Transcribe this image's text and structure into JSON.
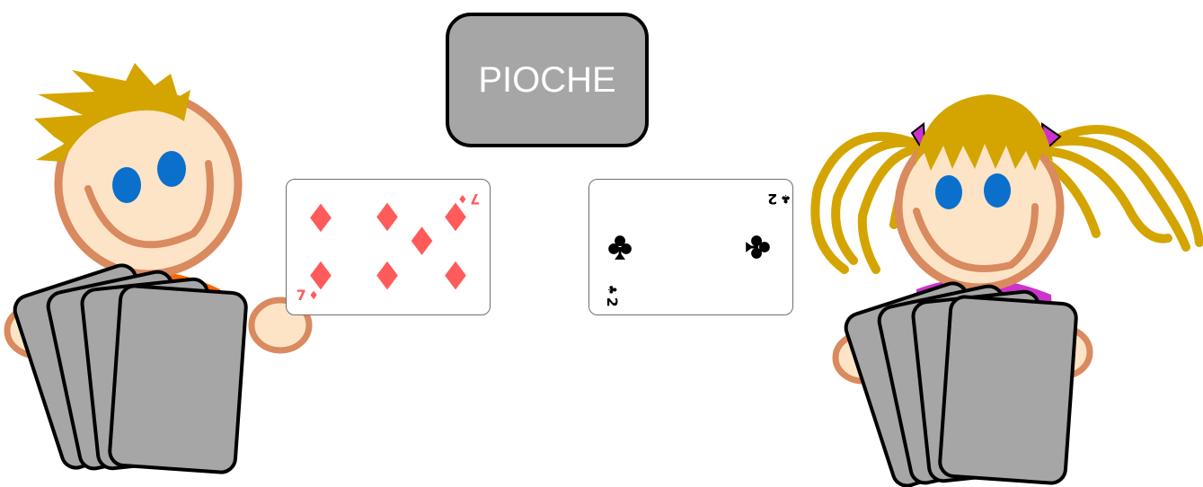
{
  "deck": {
    "label": "PIOCHE"
  },
  "boy_card": {
    "rank": "7",
    "suit": "diamonds",
    "suit_symbol": "♦",
    "color": "#ff5b5b"
  },
  "girl_card": {
    "rank": "2",
    "suit": "clubs",
    "suit_symbol": "♣",
    "color": "#000000"
  },
  "players": [
    {
      "id": "boy",
      "shirt_color": "#ff6600",
      "hair_color": "#d4a500",
      "hand_cards": 4
    },
    {
      "id": "girl",
      "shirt_color": "#cc33cc",
      "hair_color": "#d4a500",
      "hand_cards": 4
    }
  ],
  "colors": {
    "card_back": "#a6a6a6",
    "skin": "#fde4c6",
    "skin_outline": "#d98a5e",
    "eyes": "#0b6fcc"
  }
}
